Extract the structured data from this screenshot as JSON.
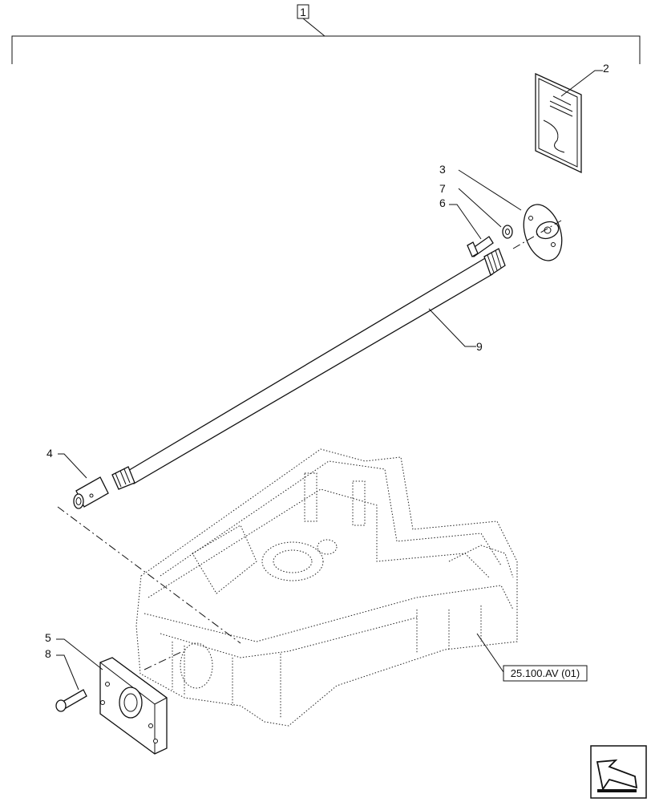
{
  "assembly_label": "1",
  "callouts": [
    {
      "id": "callout-2",
      "label": "2"
    },
    {
      "id": "callout-3",
      "label": "3"
    },
    {
      "id": "callout-7",
      "label": "7"
    },
    {
      "id": "callout-6",
      "label": "6"
    },
    {
      "id": "callout-9",
      "label": "9"
    },
    {
      "id": "callout-4",
      "label": "4"
    },
    {
      "id": "callout-5",
      "label": "5"
    },
    {
      "id": "callout-8",
      "label": "8"
    }
  ],
  "reference_label": "25.100.AV (01)",
  "icons": {
    "manual": "instruction-booklet-icon",
    "nav": "next-page-arrow-icon"
  }
}
